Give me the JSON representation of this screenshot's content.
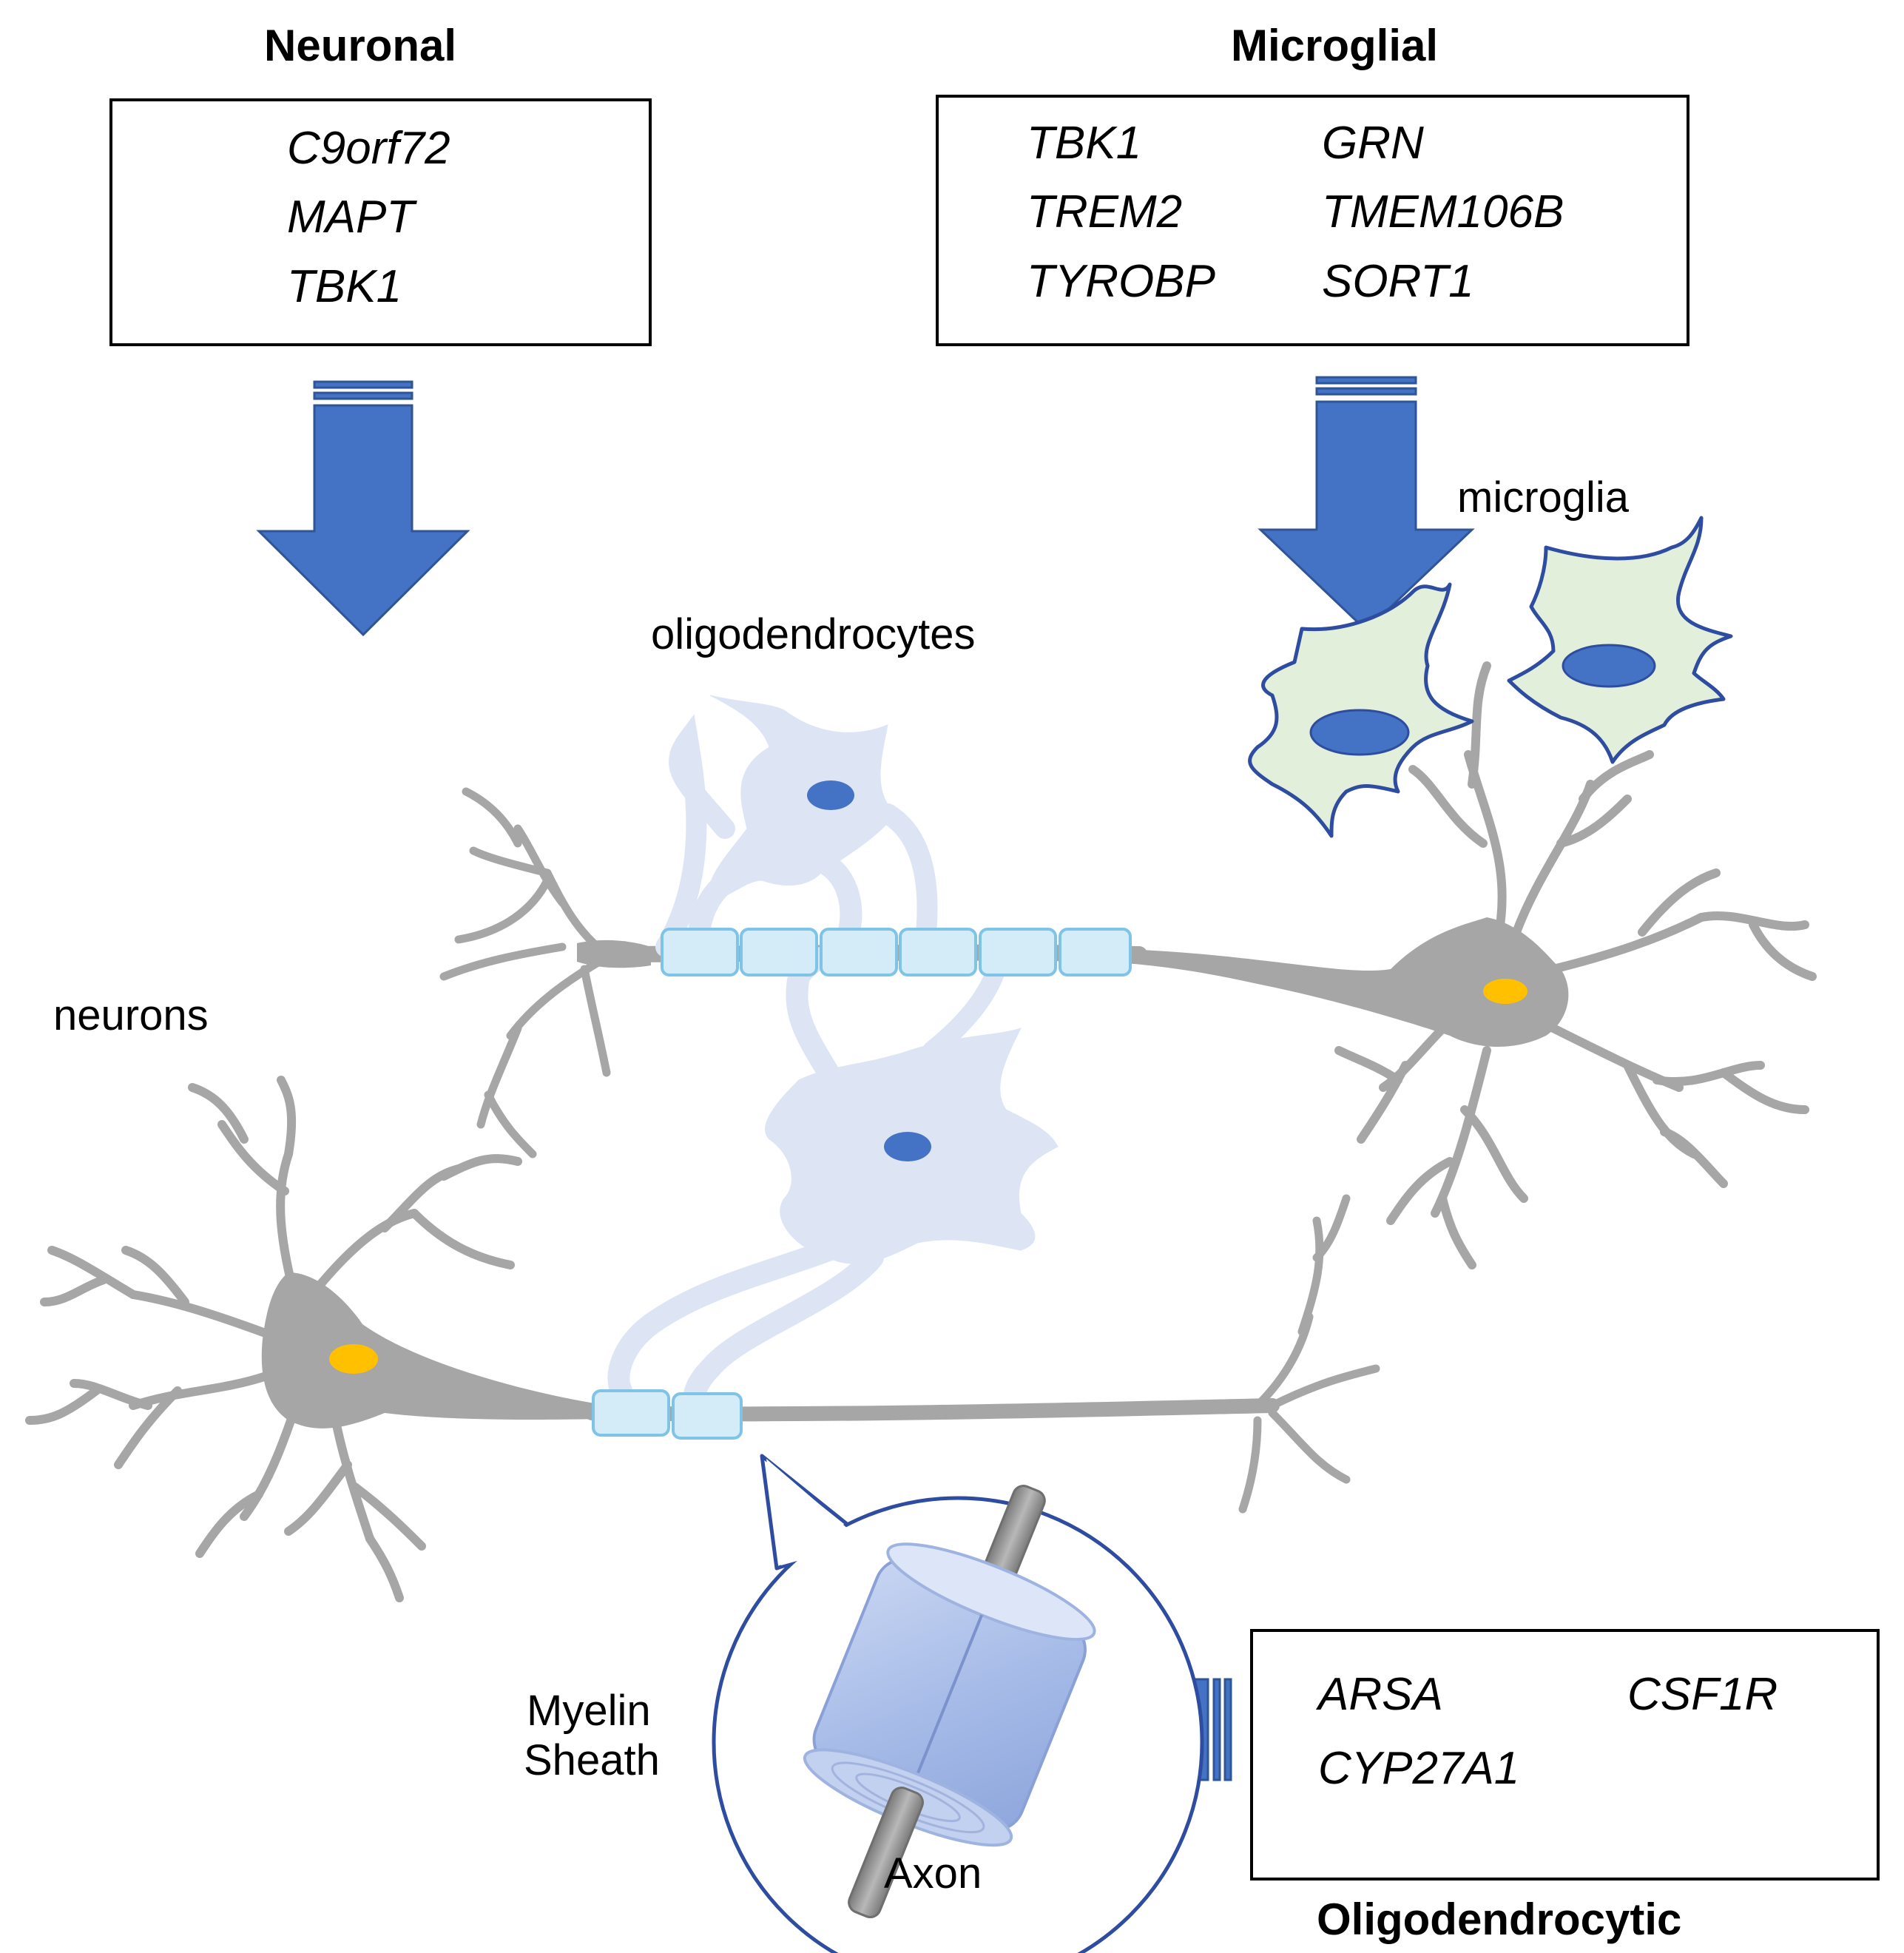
{
  "neuronal": {
    "heading": "Neuronal",
    "genes": [
      "C9orf72",
      "MAPT",
      "TBK1"
    ]
  },
  "microglial": {
    "heading": "Microglial",
    "genes_left": [
      "TBK1",
      "TREM2",
      "TYROBP"
    ],
    "genes_right": [
      "GRN",
      "TMEM106B",
      "SORT1"
    ]
  },
  "oligodendrocytic": {
    "heading": "Oligodendrocytic",
    "genes_left": [
      "ARSA",
      "CYP27A1"
    ],
    "genes_right": [
      "CSF1R"
    ]
  },
  "labels": {
    "microglia": "microglia",
    "oligodendrocytes": "oligodendrocytes",
    "neurons": "neurons",
    "myelin_line1": "Myelin",
    "myelin_line2": "Sheath",
    "axon": "Axon"
  },
  "colors": {
    "arrow_blue": "#4472C4",
    "arrow_outline": "#2F5597",
    "microglia_fill": "#E2EFDA",
    "microglia_outline": "#2E4DA0",
    "nucleus_blue": "#4472C4",
    "neuron_gray": "#A6A6A6",
    "neuron_nucleus": "#FFC000",
    "oligo_fill": "#DDE5F5",
    "myelin_fill": "#D4ECF7",
    "myelin_edge": "#7FC4E6"
  }
}
